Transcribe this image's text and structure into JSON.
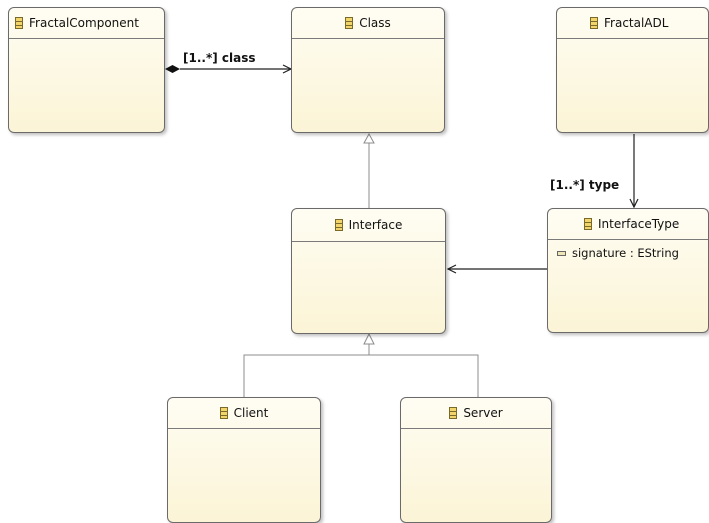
{
  "classes": {
    "fractal_component": {
      "name": "FractalComponent"
    },
    "class": {
      "name": "Class"
    },
    "fractal_adl": {
      "name": "FractalADL"
    },
    "interface": {
      "name": "Interface"
    },
    "interface_type": {
      "name": "InterfaceType",
      "attributes": [
        "signature : EString"
      ]
    },
    "client": {
      "name": "Client"
    },
    "server": {
      "name": "Server"
    }
  },
  "relations": {
    "component_class": {
      "label": "[1..*] class"
    },
    "adl_type": {
      "label": "[1..*] type"
    }
  }
}
